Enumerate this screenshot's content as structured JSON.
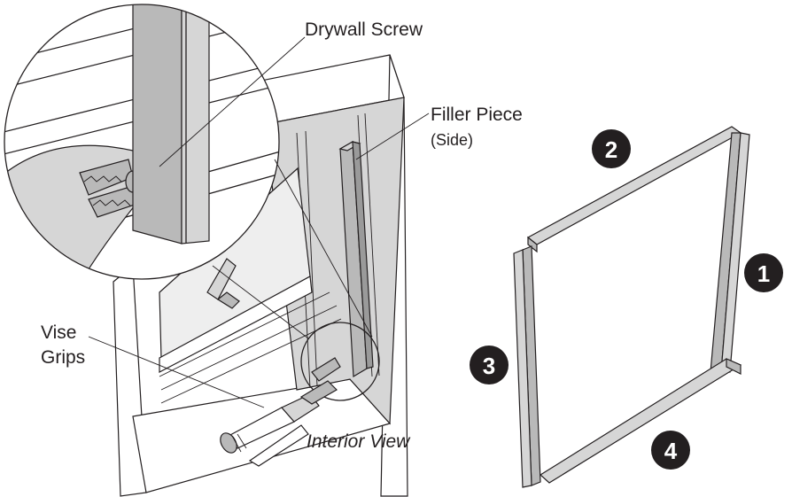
{
  "labels": {
    "drywall_screw": "Drywall Screw",
    "filler_piece": "Filler Piece",
    "filler_piece_side": "(Side)",
    "vise": "Vise",
    "grips": "Grips",
    "interior_view": "Interior View"
  },
  "badges": [
    "1",
    "2",
    "3",
    "4"
  ],
  "colors": {
    "ink": "#231f20",
    "light_gray": "#d6d6d6",
    "mid_gray": "#b9b9b9",
    "dark_gray": "#9a9a9a"
  }
}
